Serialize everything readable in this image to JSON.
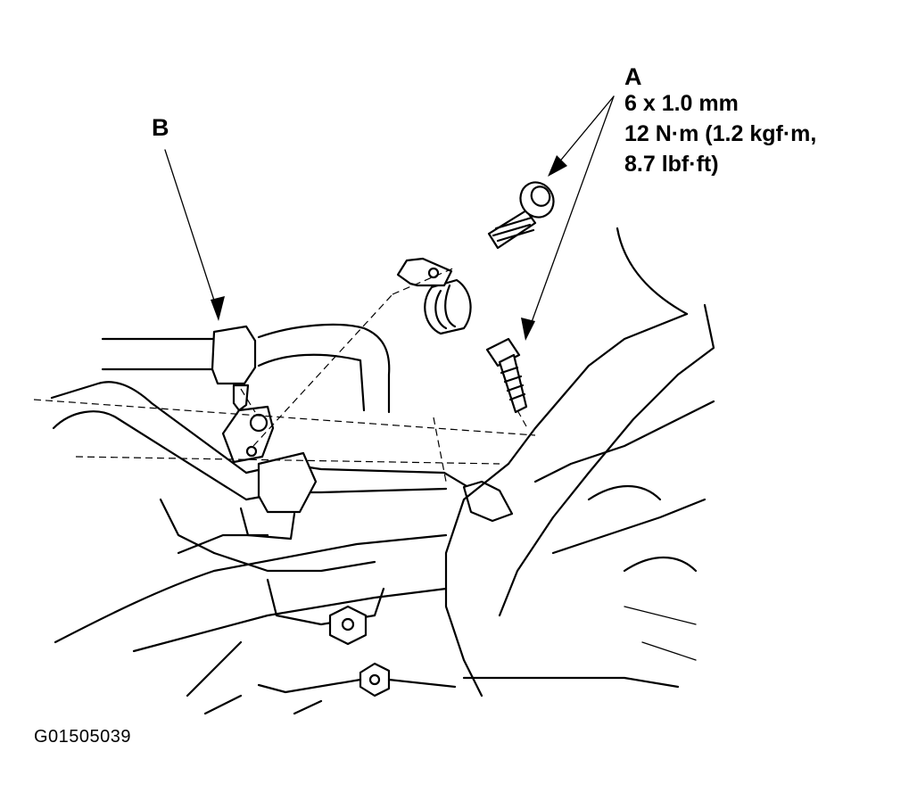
{
  "diagram": {
    "callout_b": "B",
    "callout_a": "A",
    "spec_lines": [
      "6 x 1.0 mm",
      "12 N·m (1.2 kgf·m,",
      "8.7 lbf·ft)"
    ],
    "figure_id": "G01505039",
    "line_color": "#000000",
    "background_color": "#ffffff"
  }
}
